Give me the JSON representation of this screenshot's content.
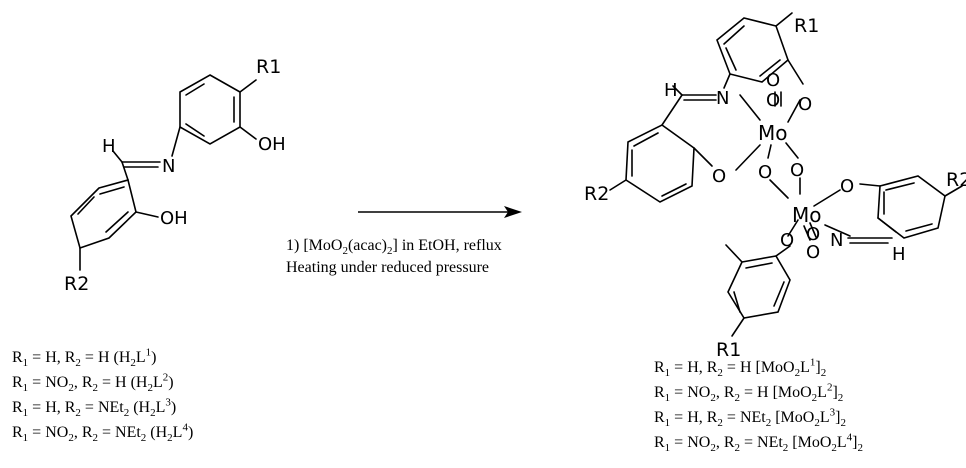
{
  "reaction": {
    "step1": "[MoO2(acac)2] in EtOH, reflux",
    "step2": "Heating under reduced pressure"
  },
  "ligand": {
    "atoms": {
      "R1": "R1",
      "R2": "R2",
      "H": "H",
      "N": "N",
      "OH_phenol": "OH",
      "OH_aryl": "OH"
    },
    "variants": [
      {
        "r1": "H",
        "r2": "H",
        "name": "H2L1"
      },
      {
        "r1": "NO2",
        "r2": "H",
        "name": "H2L2"
      },
      {
        "r1": "H",
        "r2": "NEt2",
        "name": "H2L3"
      },
      {
        "r1": "NO2",
        "r2": "NEt2",
        "name": "H2L4"
      }
    ]
  },
  "complex": {
    "atoms": {
      "Mo": "Mo",
      "O": "O",
      "N": "N",
      "H": "H",
      "R1": "R1",
      "R2": "R2"
    },
    "variants": [
      {
        "r1": "H",
        "r2": "H",
        "name": "[MoO2L1]2"
      },
      {
        "r1": "NO2",
        "r2": "H",
        "name": "[MoO2L2]2"
      },
      {
        "r1": "H",
        "r2": "NEt2",
        "name": "[MoO2L3]2"
      },
      {
        "r1": "NO2",
        "r2": "NEt2",
        "name": "[MoO2L4]2"
      }
    ]
  }
}
